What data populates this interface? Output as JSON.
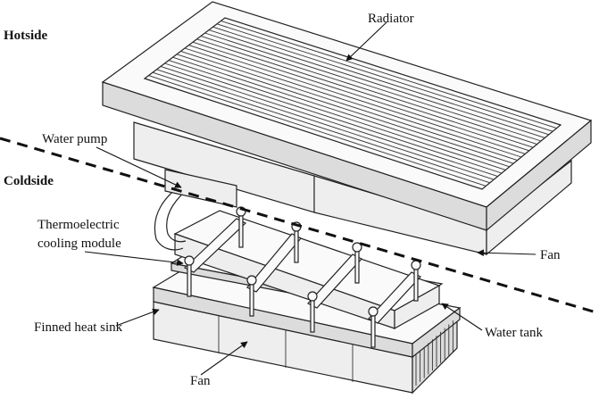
{
  "labels": {
    "hotside": "Hotside",
    "coldside": "Coldside",
    "radiator": "Radiator",
    "water_pump": "Water pump",
    "thermo_line1": "Thermoelectric",
    "thermo_line2": "cooling module",
    "finned_heat_sink": "Finned heat sink",
    "fan_top": "Fan",
    "fan_bottom": "Fan",
    "water_tank": "Water tank"
  },
  "colors": {
    "line": "#222222",
    "face_light": "#fafafa",
    "face_mid": "#eeeeee",
    "face_dark": "#dcdcdc"
  }
}
